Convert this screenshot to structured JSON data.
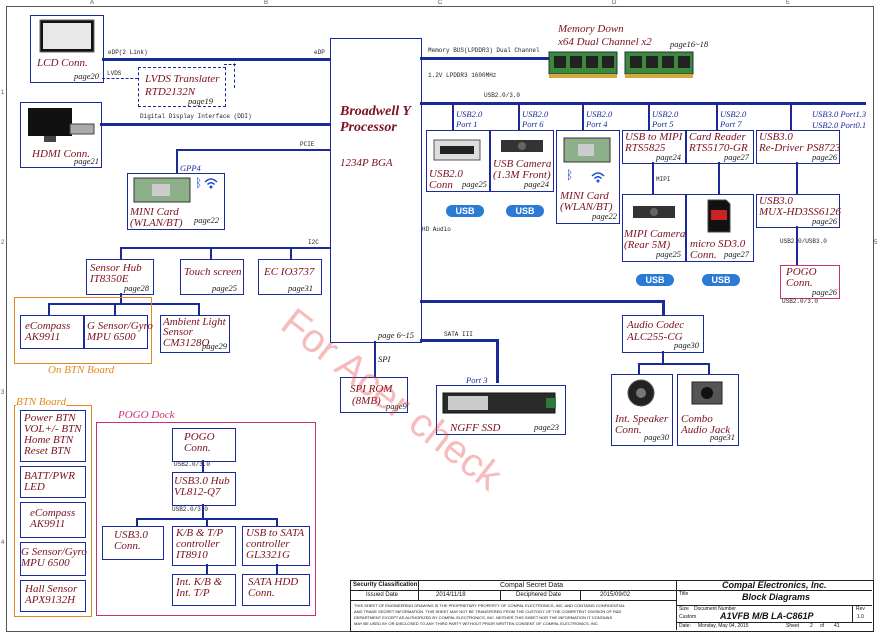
{
  "watermark": "For Acer check",
  "cpu": {
    "name1": "Broadwell Y",
    "name2": "Processor",
    "pkg": "1234P BGA",
    "page": "page 6~15"
  },
  "memory": {
    "title1": "Memory Down",
    "title2": "x64 Dual Channel x2",
    "page": "page16~18",
    "bus": "Memory BUS(LPDDR3) Dual Channel",
    "spec": "1.2V LPDDR3 1600MHz"
  },
  "lcd": {
    "label": "LCD Conn.",
    "page": "page20",
    "edp": "eDP(2 Link)",
    "edp2": "eDP"
  },
  "lvds": {
    "l1": "LVDS Translater",
    "l2": "RTD2132N",
    "page": "page19",
    "tag": "LVDS"
  },
  "ddi": "Digital Display Interface (DDI)",
  "hdmi": {
    "label": "HDMI Conn.",
    "page": "page21"
  },
  "pcie": "PCIE",
  "gpp": "GPP4",
  "minicard1": {
    "l1": "MINI Card",
    "l2": "(WLAN/BT)",
    "page": "page22"
  },
  "i2c": "I2C",
  "sensorhub": {
    "l1": "Sensor Hub",
    "l2": "IT8350E",
    "page": "page28"
  },
  "touch": {
    "l1": "Touch screen",
    "page": "page25"
  },
  "ec": {
    "l1": "EC IO3737",
    "page": "page31"
  },
  "ecompass1": {
    "l1": "eCompass",
    "l2": "AK9911"
  },
  "gsensor1": {
    "l1": "G Sensor/Gyro",
    "l2": "MPU 6500"
  },
  "ambient": {
    "l1": "Ambient Light",
    "l2": "Sensor",
    "l3": "CM3128O",
    "page": "page29"
  },
  "onbtn": "On BTN Board",
  "spi": {
    "tag": "SPI",
    "l1": "SPI ROM",
    "l2": "(8MB)",
    "page": "page9"
  },
  "ngff": {
    "port": "Port 3",
    "label": "NGFF SSD",
    "page": "page23",
    "bus": "SATA III"
  },
  "hdaudio": "HD Audio",
  "usb30tag": "USB2.0/3.0",
  "usb30port": {
    "l1": "USB3.0 Port1.3",
    "l2": "USB2.0 Port0.1"
  },
  "ports": [
    {
      "l1": "USB2.0",
      "l2": "Port 1"
    },
    {
      "l1": "USB2.0",
      "l2": "Port 6"
    },
    {
      "l1": "USB2.0",
      "l2": "Port 4"
    },
    {
      "l1": "USB2.0",
      "l2": "Port 5"
    },
    {
      "l1": "USB2.0",
      "l2": "Port 7"
    }
  ],
  "usbconn": {
    "l1": "USB2.0",
    "l2": "Conn",
    "page": "page25"
  },
  "usbcam": {
    "l1": "USB Camera",
    "l2": "(1.3M Front)",
    "page": "page24"
  },
  "minicard2": {
    "l1": "MINI Card",
    "l2": "(WLAN/BT)",
    "page": "page22"
  },
  "usbmipi": {
    "l1": "USB to MIPI",
    "l2": "RTS5825",
    "page": "page24",
    "bus": "MIPI"
  },
  "mipicam": {
    "l1": "MIPI Camera",
    "l2": "(Rear 5M)",
    "page": "page25"
  },
  "cardreader": {
    "l1": "Card Reader",
    "l2": "RTS5170-GR",
    "page": "page27"
  },
  "microsd": {
    "l1": "micro SD3.0",
    "l2": "Conn.",
    "page": "page27"
  },
  "redriver": {
    "l1": "USB3.0",
    "l2": "Re-Driver PS8723",
    "page": "page26"
  },
  "mux": {
    "l1": "USB3.0",
    "l2": "MUX-HD3SS6126",
    "page": "page26",
    "bus": "USB2.0/USB3.0"
  },
  "pogoconn": {
    "l1": "POGO",
    "l2": "Conn.",
    "page": "page26",
    "bus": "USB2.0/3.0"
  },
  "audio": {
    "l1": "Audio Codec",
    "l2": "ALC255-CG",
    "page": "page30"
  },
  "speaker": {
    "l1": "Int. Speaker",
    "l2": "Conn.",
    "page": "page30"
  },
  "jack": {
    "l1": "Combo",
    "l2": "Audio Jack",
    "page": "page31"
  },
  "usblogo": "USB",
  "btnboard": {
    "title": "BTN Board",
    "power": {
      "l1": "Power BTN",
      "l2": "VOL+/- BTN",
      "l3": "Home BTN",
      "l4": "Reset BTN"
    },
    "batt": {
      "l1": "BATT/PWR",
      "l2": "LED"
    },
    "ecompass": {
      "l1": "eCompass",
      "l2": "AK9911"
    },
    "gsensor": {
      "l1": "G Sensor/Gyro",
      "l2": "MPU 6500"
    },
    "hall": {
      "l1": "Hall Sensor",
      "l2": "APX9132H"
    }
  },
  "pogodock": {
    "title": "POGO Dock",
    "conn": {
      "l1": "POGO",
      "l2": "Conn."
    },
    "bus1": "USB2.0/3.0",
    "hub": {
      "l1": "USB3.0 Hub",
      "l2": "VL812-Q7"
    },
    "bus2": "USB2.0/3.0",
    "usb3": {
      "l1": "USB3.0",
      "l2": "Conn."
    },
    "kbtp": {
      "l1": "K/B & T/P",
      "l2": "controller",
      "l3": "IT8910"
    },
    "sata": {
      "l1": "USB to SATA",
      "l2": "controller",
      "l3": "GL3321G"
    },
    "intkb": {
      "l1": "Int. K/B &",
      "l2": "Int. T/P"
    },
    "hdd": {
      "l1": "SATA HDD",
      "l2": "Conn."
    }
  },
  "titleblock": {
    "security": "Security Classification",
    "secret": "Compal Secret Data",
    "company": "Compal Electronics, Inc.",
    "issued": "Issued Date",
    "issuedval": "2014/11/18",
    "deciphered": "Deciphered Date",
    "decipheredval": "2015/09/02",
    "titlelbl": "Title",
    "title": "Block Diagrams",
    "sizelbl": "Size",
    "doclbl": "Document Number",
    "revlbl": "Rev",
    "size": "Custom",
    "doc": "A1VFB M/B LA-C861P",
    "rev": "1.0",
    "datelbl": "Date:",
    "date": "Monday, May 04, 2015",
    "sheetlbl": "Sheet",
    "sheet": "2",
    "of": "of",
    "total": "41",
    "notice1": "THIS SHEET OF ENGINEERING DRAWING IS THE PROPRIETARY PROPERTY OF COMPAL ELECTRONICS, INC. AND CONTAINS CONFIDENTIAL",
    "notice2": "AND TRADE SECRET INFORMATION. THIS SHEET MAY NOT BE TRANSFERED FROM THE CUSTODY OF THE COMPETENT DIVISION OF R&D",
    "notice3": "DEPARTMENT EXCEPT AS AUTHORIZED BY COMPAL ELECTRONICS, INC. NEITHER THIS SHEET NOR THE INFORMATION IT CONTAINS",
    "notice4": "MAY BE USED BY OR DISCLOSED TO ANY THIRD PARTY WITHOUT PRIOR WRITTEN CONSENT OF COMPAL ELECTRONICS, INC."
  },
  "ruler": {
    "a": "A",
    "b": "B",
    "c": "C",
    "d": "D",
    "e": "E",
    "n1": "1",
    "n2": "2",
    "n3": "3",
    "n4": "4",
    "n5": "5"
  }
}
